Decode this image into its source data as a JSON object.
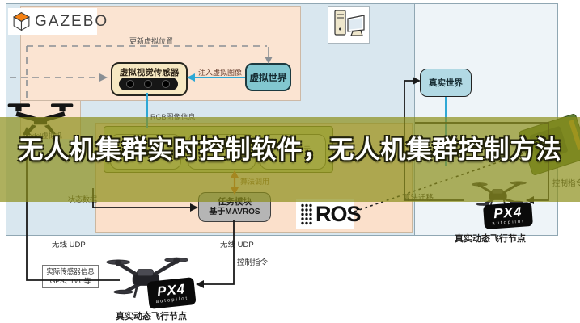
{
  "banner": {
    "title": "无人机集群实时控制软件，无人机集群控制方法"
  },
  "gazebo": {
    "brand": "GAZEBO"
  },
  "sim": {
    "update_position": "更新虚拟位置",
    "vision_sensor": "虚拟视觉传感器",
    "inject_image": "注入虚拟图像",
    "virtual_world": "虚拟世界",
    "rgb_info": "RGB图像信息",
    "model_node": "Model虚拟机"
  },
  "ros": {
    "brand": "ROS",
    "unit_fragment": "算法单元",
    "algo_call": "算法调用",
    "task_module": "任务模块",
    "task_module_sub": "基于MAVROS",
    "state_data": "状态数据"
  },
  "real": {
    "real_world": "真实世界",
    "algo_migration": "算法迁移",
    "control_cmd": "控制指令",
    "flight_node": "真实动态飞行节点",
    "px4": "PX4",
    "px4_sub": "autopilot"
  },
  "links": {
    "udp": "无线 UDP",
    "control_cmd": "控制指令",
    "sensor_info_1": "实际传感器信息",
    "sensor_info_2": "GPS、IMU等"
  },
  "colors": {
    "banner_olive": "#a9ad56",
    "cyan": "#2fa8d5",
    "orange": "#e0762f",
    "gazebo_orange": "#f58113"
  }
}
